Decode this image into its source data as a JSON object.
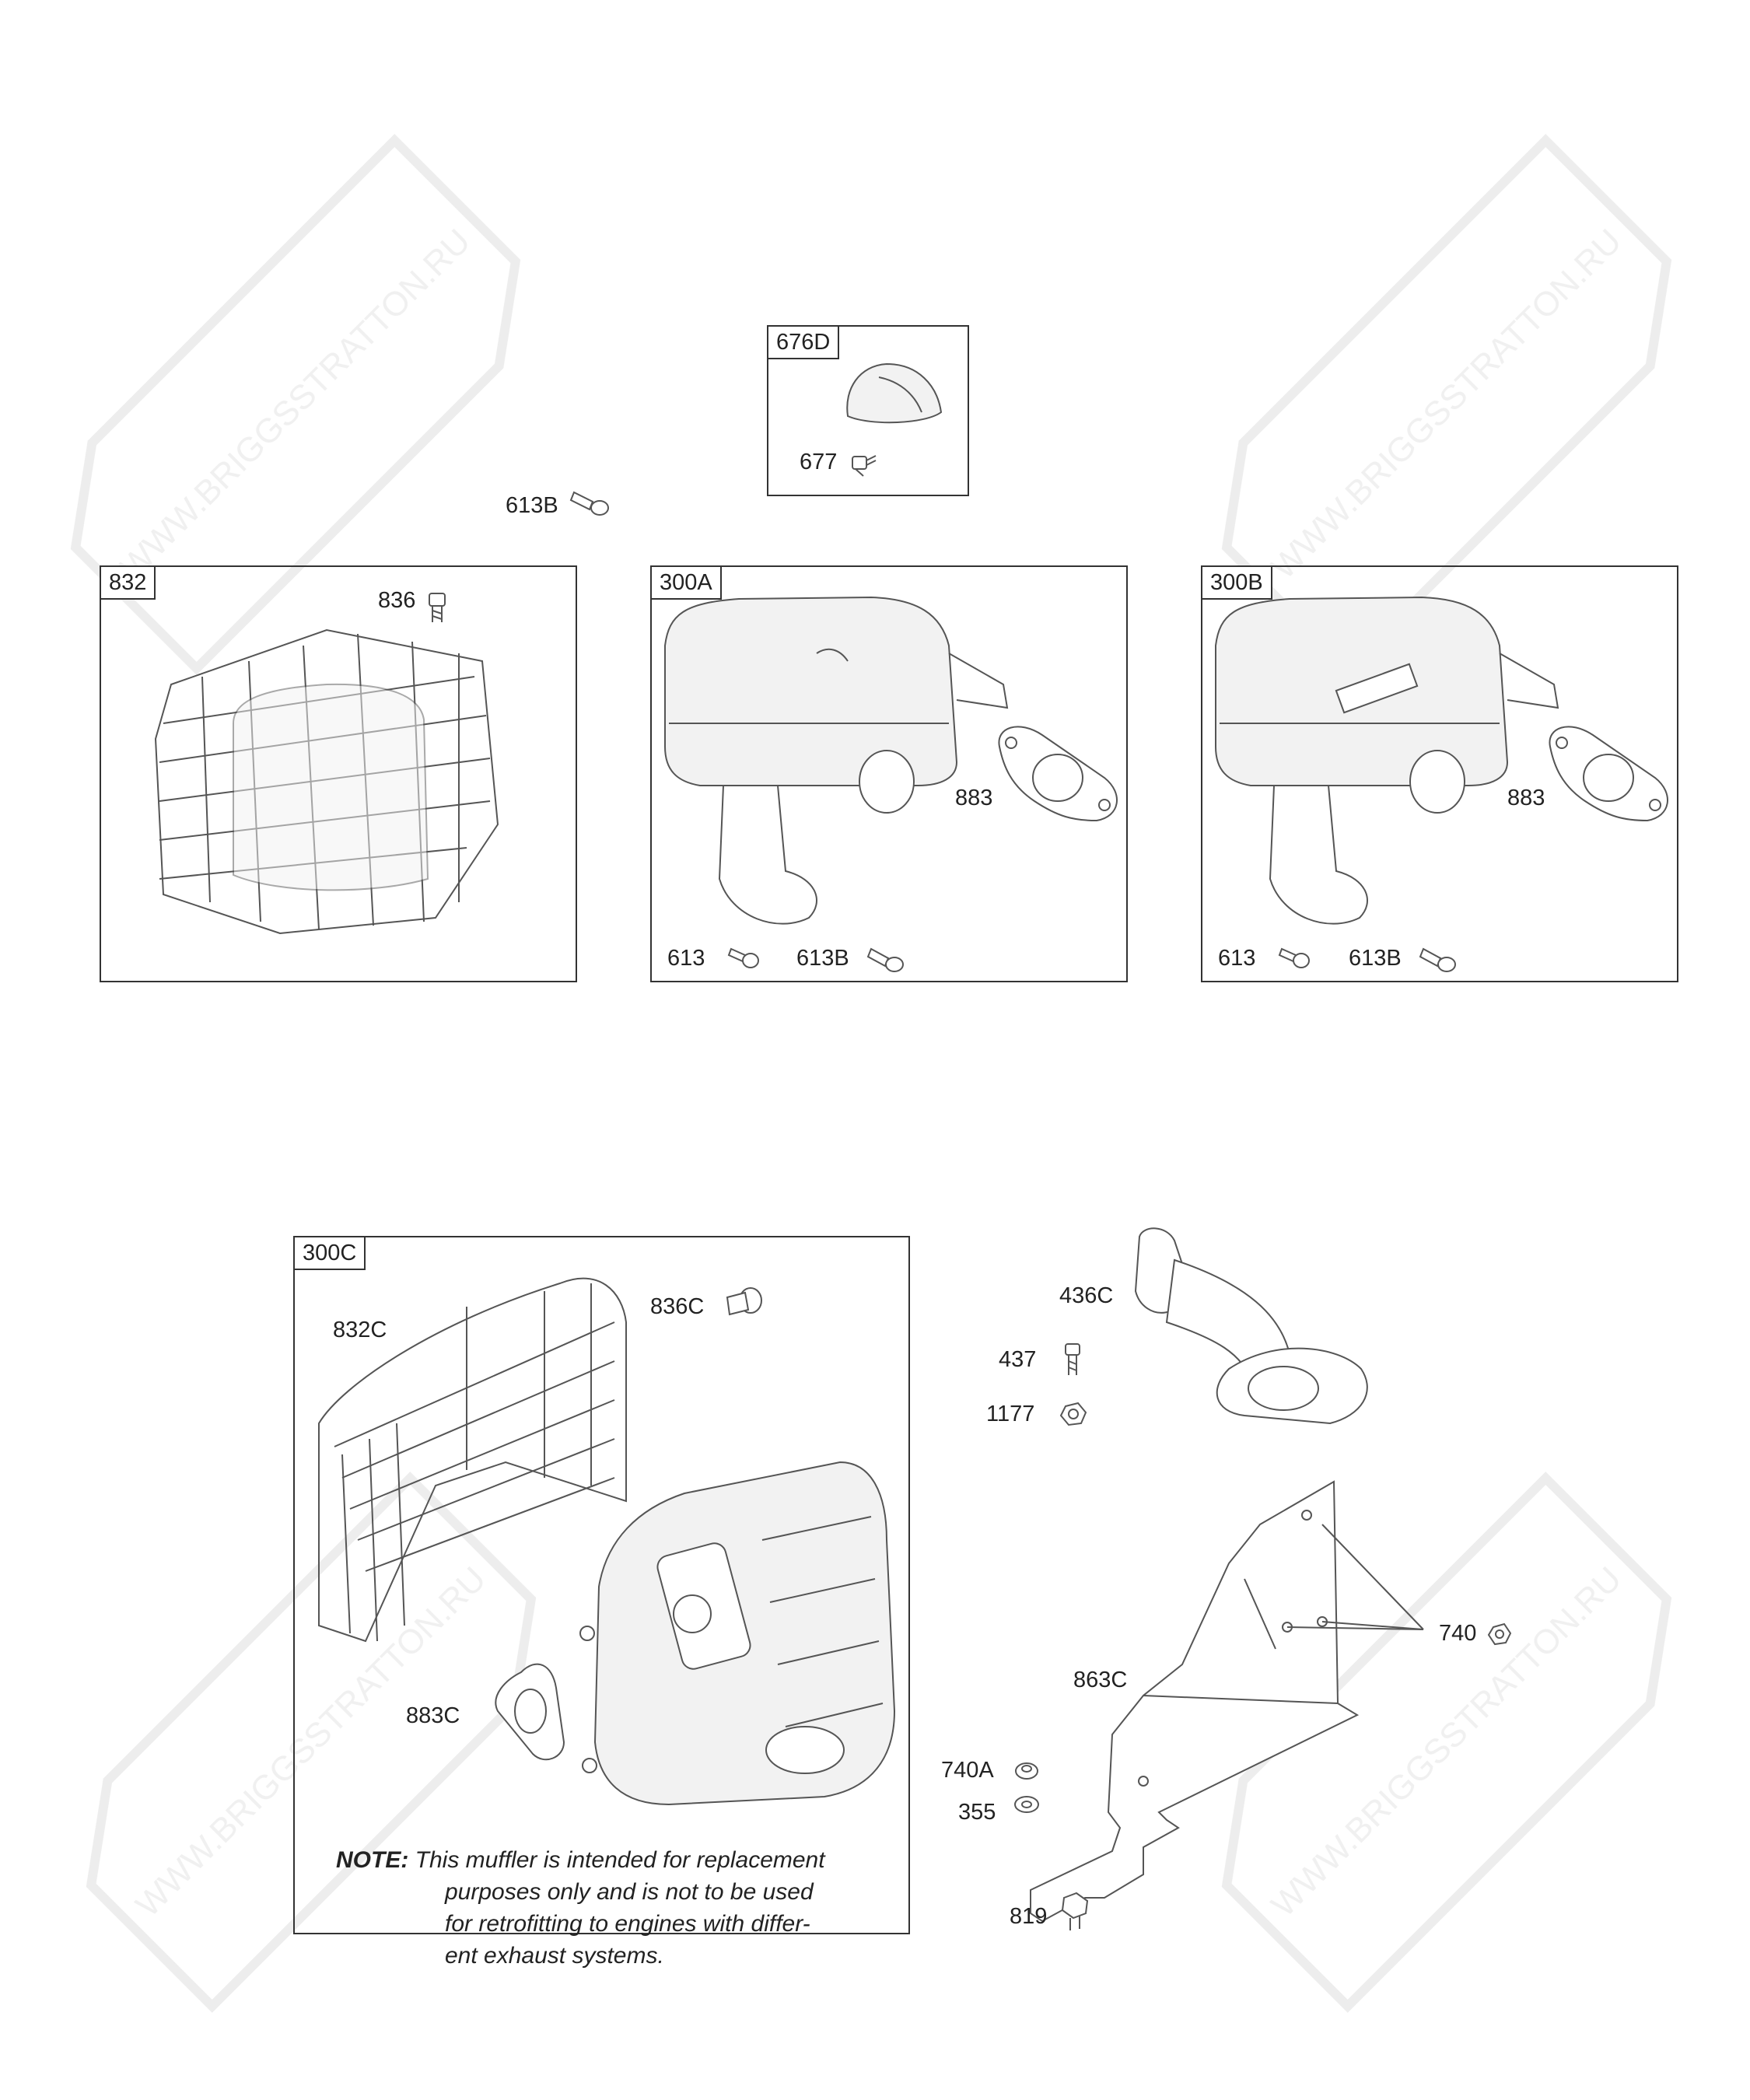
{
  "watermark": {
    "text": "WWW.BRIGGSSTRATTON.RU"
  },
  "boxes": {
    "b676d": "676D",
    "b832": "832",
    "b300a": "300A",
    "b300b": "300B",
    "b300c": "300C"
  },
  "labels": {
    "l677": "677",
    "l613b_top": "613B",
    "l836": "836",
    "l883_a": "883",
    "l613_a": "613",
    "l613b_a": "613B",
    "l883_b": "883",
    "l613_b": "613",
    "l613b_b": "613B",
    "l832c": "832C",
    "l836c": "836C",
    "l883c": "883C",
    "l436c": "436C",
    "l437": "437",
    "l1177": "1177",
    "l740": "740",
    "l863c": "863C",
    "l740a": "740A",
    "l355": "355",
    "l819": "819"
  },
  "note": {
    "prefix": "NOTE:",
    "line1": "This muffler is intended for replacement",
    "line2": "purposes only and is not to be used",
    "line3": "for retrofitting to engines with differ-",
    "line4": "ent exhaust systems."
  }
}
